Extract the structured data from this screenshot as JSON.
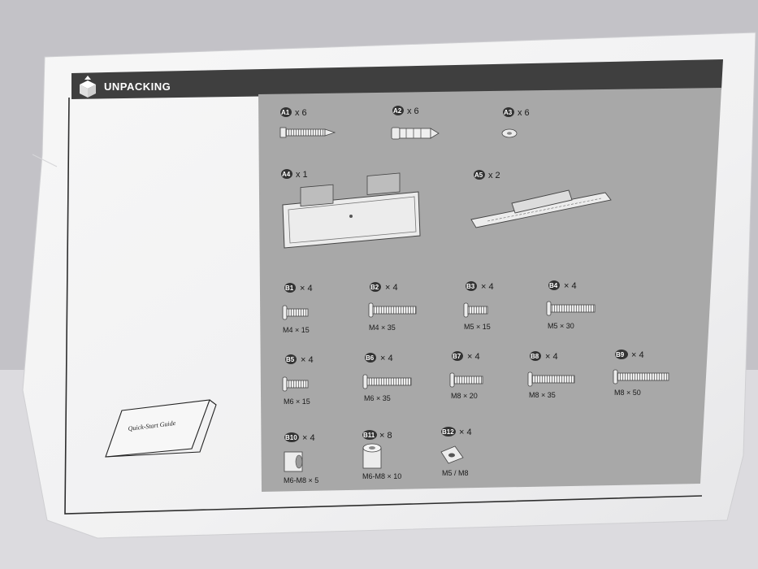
{
  "header": {
    "title": "UNPACKING",
    "icon": "box-icon"
  },
  "guide_label": "Quick-Start Guide",
  "parts": [
    {
      "id": "A1",
      "qty": "x 6",
      "size": ""
    },
    {
      "id": "A2",
      "qty": "x 6",
      "size": ""
    },
    {
      "id": "A3",
      "qty": "x 6",
      "size": ""
    },
    {
      "id": "A4",
      "qty": "x 1",
      "size": ""
    },
    {
      "id": "A5",
      "qty": "x 2",
      "size": ""
    },
    {
      "id": "B1",
      "qty": "× 4",
      "size": "M4 × 15"
    },
    {
      "id": "B2",
      "qty": "× 4",
      "size": "M4 × 35"
    },
    {
      "id": "B3",
      "qty": "× 4",
      "size": "M5 × 15"
    },
    {
      "id": "B4",
      "qty": "× 4",
      "size": "M5 × 30"
    },
    {
      "id": "B5",
      "qty": "× 4",
      "size": "M6 × 15"
    },
    {
      "id": "B6",
      "qty": "× 4",
      "size": "M6 × 35"
    },
    {
      "id": "B7",
      "qty": "× 4",
      "size": "M8 × 20"
    },
    {
      "id": "B8",
      "qty": "× 4",
      "size": "M8 × 35"
    },
    {
      "id": "B9",
      "qty": "× 4",
      "size": "M8 × 50"
    },
    {
      "id": "B10",
      "qty": "× 4",
      "size": "M6-M8 × 5"
    },
    {
      "id": "B11",
      "qty": "× 8",
      "size": "M6-M8 × 10"
    },
    {
      "id": "B12",
      "qty": "× 4",
      "size": "M5 / M8"
    }
  ],
  "colors": {
    "header_bar": "#3f3f3f",
    "panel": "#a8a8a8",
    "paper": "#f4f4f4",
    "badge": "#3a3a3a",
    "screw": "#e8e8e8"
  }
}
